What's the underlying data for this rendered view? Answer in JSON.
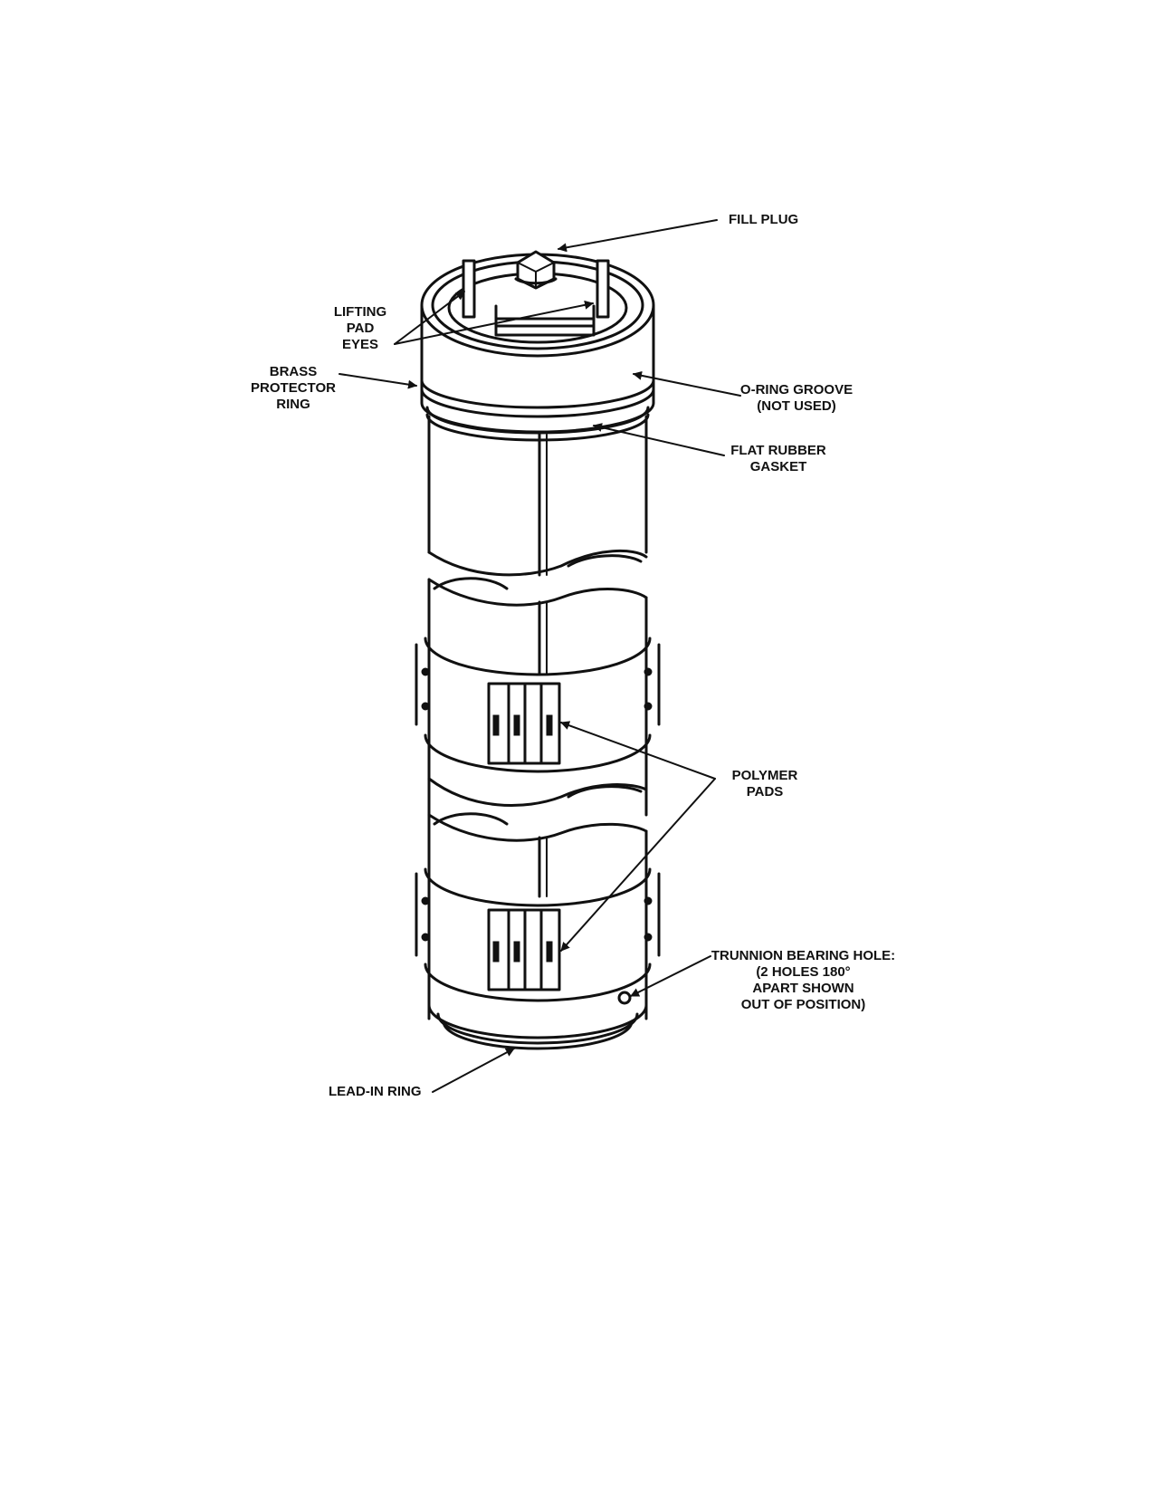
{
  "labels": {
    "fill_plug": "FILL PLUG",
    "lifting_pad_eyes": "LIFTING\nPAD\nEYES",
    "brass_protector_ring": "BRASS\nPROTECTOR\nRING",
    "o_ring_groove": "O-RING GROOVE\n(NOT USED)",
    "flat_rubber_gasket": "FLAT RUBBER\nGASKET",
    "polymer_pads": "POLYMER\nPADS",
    "trunnion_bearing_holes": "TRUNNION BEARING HOLE:\n(2 HOLES 180°\nAPART SHOWN\nOUT OF POSITION)",
    "lead_in_ring": "LEAD-IN RING"
  }
}
